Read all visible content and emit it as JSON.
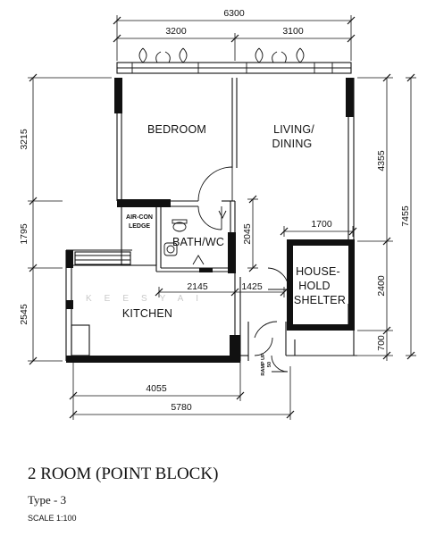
{
  "dimensions": {
    "top_overall": "6300",
    "top_left": "3200",
    "top_right": "3100",
    "left_upper": "3215",
    "left_middle": "1795",
    "left_lower": "2545",
    "right_upper": "4355",
    "right_overall": "7455",
    "right_middle": "2400",
    "right_lower": "700",
    "bath_height": "2045",
    "shelter_width": "1700",
    "interior_left": "2145",
    "interior_right": "1425",
    "bottom_kitchen": "4055",
    "bottom_overall": "5780"
  },
  "rooms": {
    "bedroom": "BEDROOM",
    "living_line1": "LIVING/",
    "living_line2": "DINING",
    "bath": "BATH/WC",
    "aircon_line1": "AIR-CON",
    "aircon_line2": "LEDGE",
    "shelter_line1": "HOUSE-",
    "shelter_line2": "HOLD",
    "shelter_line3": "SHELTER",
    "kitchen": "KITCHEN",
    "ramp_line1": "RAMP UP",
    "ramp_line2": "50"
  },
  "watermark": "KEESYAI",
  "title": "2 ROOM (POINT BLOCK)",
  "subtitle": "Type - 3",
  "scale": "SCALE 1:100"
}
